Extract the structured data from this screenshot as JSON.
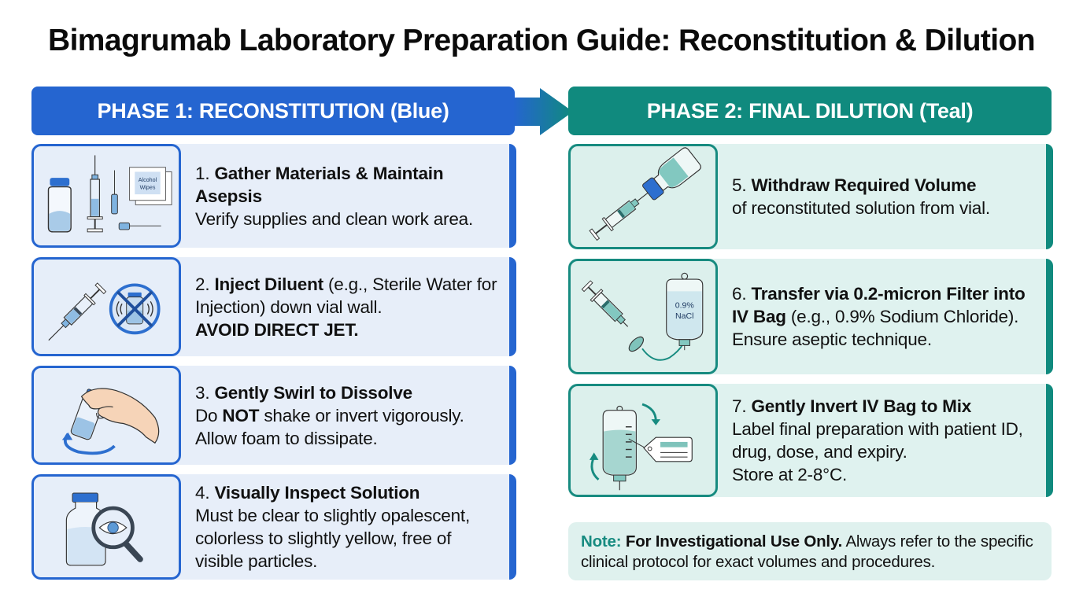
{
  "title": "Bimagrumab Laboratory Preparation Guide: Reconstitution & Dilution",
  "colors": {
    "phase1": "#2565d0",
    "phase2": "#108a7e",
    "phase1_card_bg": "#e7eef9",
    "phase2_card_bg": "#dff2ef"
  },
  "phases": [
    {
      "label": "PHASE 1: RECONSTITUTION (Blue)",
      "steps": [
        {
          "number": "1.",
          "heading": "Gather Materials & Maintain Asepsis",
          "body": "Verify supplies and clean work area.",
          "icon": "vial-syringe-wipes-icon",
          "icon_text": [
            "Alcohol",
            "Wipes"
          ]
        },
        {
          "number": "2.",
          "heading": "Inject Diluent",
          "heading_suffix": " (e.g., Sterile Water for Injection) down vial wall.",
          "warning": "AVOID DIRECT JET.",
          "icon": "syringe-no-jet-icon"
        },
        {
          "number": "3.",
          "heading": "Gently Swirl to Dissolve",
          "body_prefix": "Do ",
          "body_emphasis": "NOT",
          "body_suffix": " shake or invert vigorously.",
          "body2": "Allow foam to dissipate.",
          "icon": "hand-swirl-vial-icon"
        },
        {
          "number": "4.",
          "heading": "Visually Inspect Solution",
          "body": "Must be clear to slightly opalescent, colorless to slightly yellow, free of visible particles.",
          "icon": "magnifier-eye-vial-icon"
        }
      ]
    },
    {
      "label": "PHASE 2: FINAL DILUTION (Teal)",
      "steps": [
        {
          "number": "5.",
          "heading": "Withdraw Required Volume",
          "body": "of reconstituted solution from vial.",
          "icon": "syringe-withdraw-vial-icon"
        },
        {
          "number": "6.",
          "heading": "Transfer via 0.2-micron Filter into IV Bag",
          "heading_suffix": " (e.g., 0.9% Sodium Chloride).",
          "body": "Ensure aseptic technique.",
          "icon": "filter-iv-bag-icon",
          "icon_text": [
            "0.9%",
            "NaCl"
          ]
        },
        {
          "number": "7.",
          "heading": "Gently Invert IV Bag to Mix",
          "body": "Label final preparation with patient ID, drug, dose, and expiry.",
          "body2": "Store at 2-8°C.",
          "icon": "iv-bag-label-icon"
        }
      ]
    }
  ],
  "note": {
    "label": "Note:",
    "emphasis": " For Investigational Use Only.",
    "text": " Always refer to the specific clinical protocol for exact volumes and procedures."
  }
}
